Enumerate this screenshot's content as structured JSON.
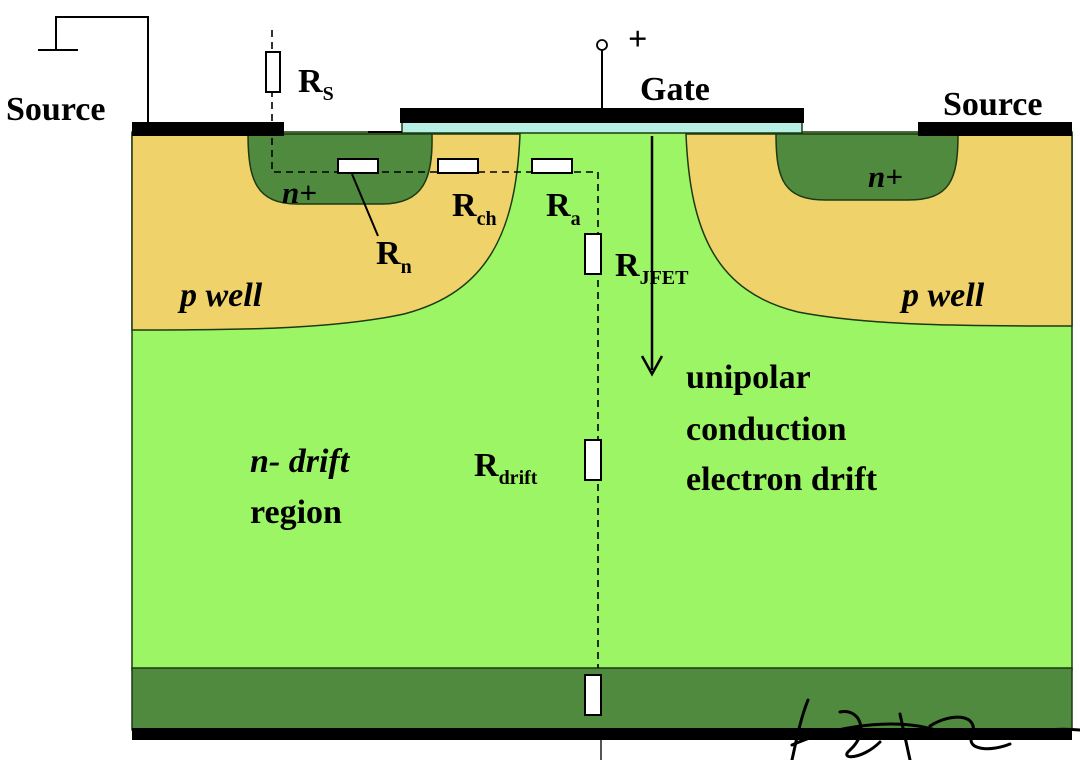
{
  "labels": {
    "source_left": "Source",
    "source_right": "Source",
    "gate": "Gate",
    "gate_plus": "+",
    "n_plus_left": "n+",
    "n_plus_right": "n+",
    "p_well_left": "p well",
    "p_well_right": "p well",
    "drift_line1": "n- drift",
    "drift_line2": "region",
    "note_line1": "unipolar",
    "note_line2": "conduction",
    "note_line3": "electron drift"
  },
  "resistors": {
    "rs": {
      "main": "R",
      "sub": "S"
    },
    "rn": {
      "main": "R",
      "sub": "n"
    },
    "rch": {
      "main": "R",
      "sub": "ch"
    },
    "ra": {
      "main": "R",
      "sub": "a"
    },
    "rjfet": {
      "main": "R",
      "sub": "JFET"
    },
    "rdrift": {
      "main": "R",
      "sub": "drift"
    }
  },
  "colors": {
    "drift": "#9cf565",
    "p_well": "#efd36a",
    "n_plus": "#4f8a3e",
    "substrate": "#4f8a3e",
    "gate_oxide": "#b6f0e4",
    "metal": "#000000"
  }
}
